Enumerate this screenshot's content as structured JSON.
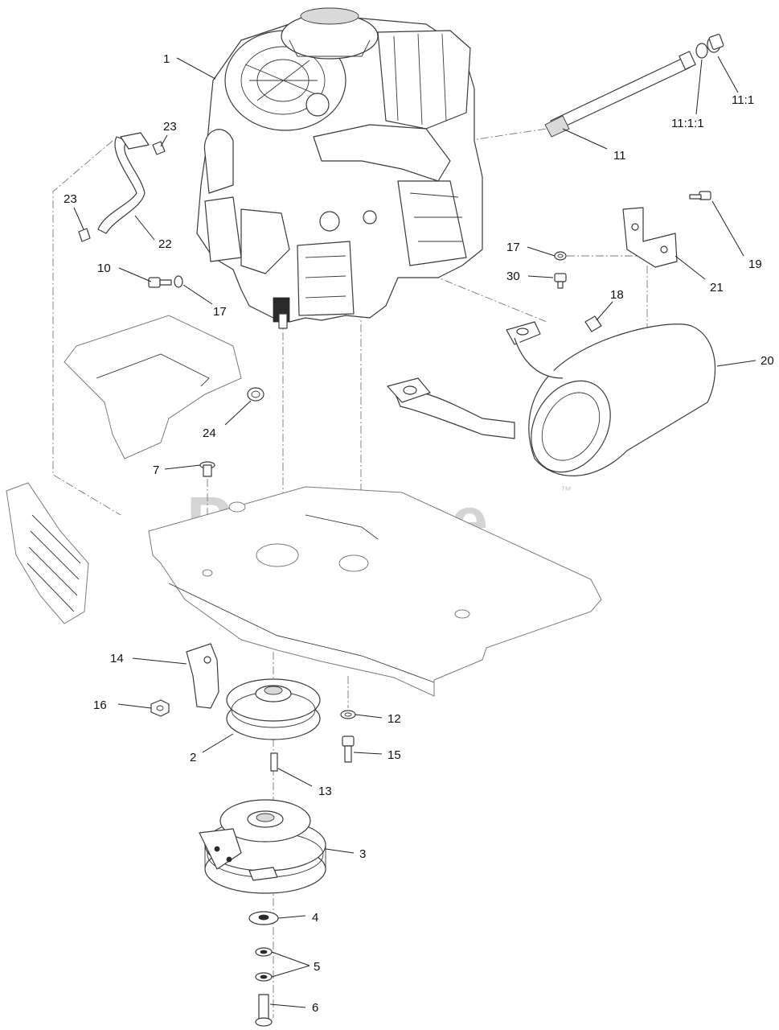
{
  "watermark": {
    "text": "PartsTree",
    "trademark": "™"
  },
  "callouts": [
    {
      "id": "c1",
      "label": "1"
    },
    {
      "id": "c23a",
      "label": "23"
    },
    {
      "id": "c23b",
      "label": "23"
    },
    {
      "id": "c22",
      "label": "22"
    },
    {
      "id": "c10",
      "label": "10"
    },
    {
      "id": "c17a",
      "label": "17"
    },
    {
      "id": "c11",
      "label": "11"
    },
    {
      "id": "c111",
      "label": "11:1:1"
    },
    {
      "id": "c11_1",
      "label": "11:1"
    },
    {
      "id": "c17b",
      "label": "17"
    },
    {
      "id": "c30",
      "label": "30"
    },
    {
      "id": "c19",
      "label": "19"
    },
    {
      "id": "c21",
      "label": "21"
    },
    {
      "id": "c18",
      "label": "18"
    },
    {
      "id": "c20",
      "label": "20"
    },
    {
      "id": "c24",
      "label": "24"
    },
    {
      "id": "c7",
      "label": "7"
    },
    {
      "id": "c14",
      "label": "14"
    },
    {
      "id": "c16",
      "label": "16"
    },
    {
      "id": "c2",
      "label": "2"
    },
    {
      "id": "c12",
      "label": "12"
    },
    {
      "id": "c15",
      "label": "15"
    },
    {
      "id": "c13",
      "label": "13"
    },
    {
      "id": "c3",
      "label": "3"
    },
    {
      "id": "c4",
      "label": "4"
    },
    {
      "id": "c5",
      "label": "5"
    },
    {
      "id": "c6",
      "label": "6"
    }
  ]
}
